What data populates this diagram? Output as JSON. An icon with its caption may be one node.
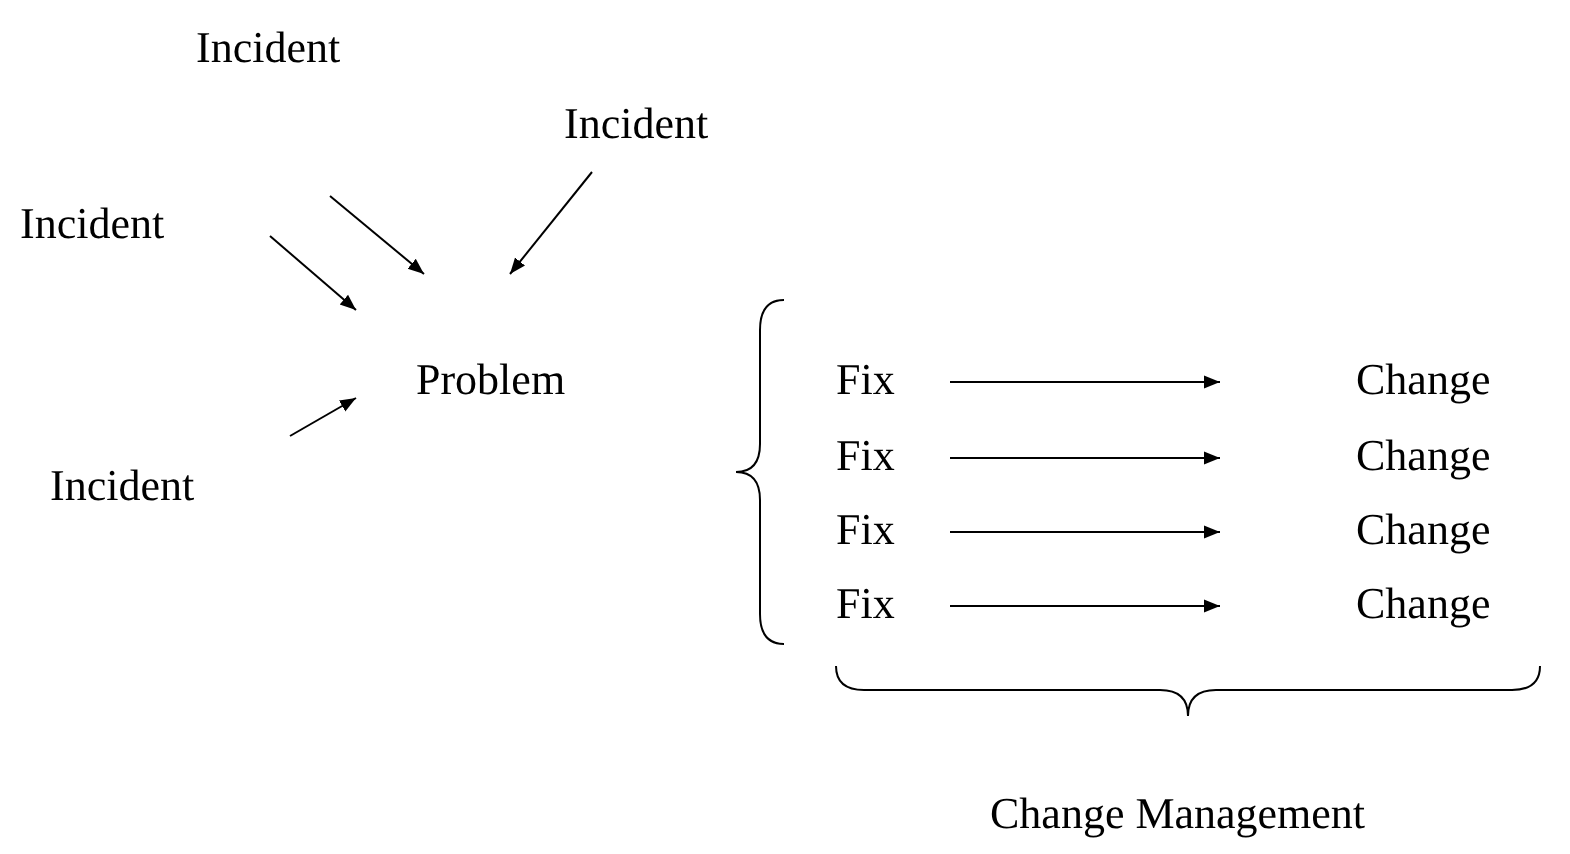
{
  "diagram": {
    "nodes": [
      {
        "text": [
          "Incident"
        ]
      },
      {
        "text": [
          "Incident"
        ]
      },
      {
        "text": [
          "Incident"
        ]
      },
      {
        "text": [
          "Incident"
        ]
      },
      {
        "text": [
          "Problem"
        ]
      },
      {
        "text": [
          "Fix"
        ]
      },
      {
        "text": [
          "Fix"
        ]
      },
      {
        "text": [
          "Fix"
        ]
      },
      {
        "text": [
          "Fix"
        ]
      },
      {
        "text": [
          "Change"
        ]
      },
      {
        "text": [
          "Change"
        ]
      },
      {
        "text": [
          "Change"
        ]
      },
      {
        "text": [
          "Change"
        ]
      }
    ],
    "edges": [
      {
        "from": 0,
        "to": 4,
        "arrow": "to"
      },
      {
        "from": 1,
        "to": 4,
        "arrow": "to"
      },
      {
        "from": 2,
        "to": 4,
        "arrow": "to"
      },
      {
        "from": 3,
        "to": 4,
        "arrow": "to"
      },
      {
        "from": 5,
        "to": 9,
        "arrow": "to"
      },
      {
        "from": 6,
        "to": 10,
        "arrow": "to"
      },
      {
        "from": 7,
        "to": 11,
        "arrow": "to"
      },
      {
        "from": 8,
        "to": 12,
        "arrow": "to"
      }
    ],
    "labels": [
      "Change Management"
    ]
  }
}
